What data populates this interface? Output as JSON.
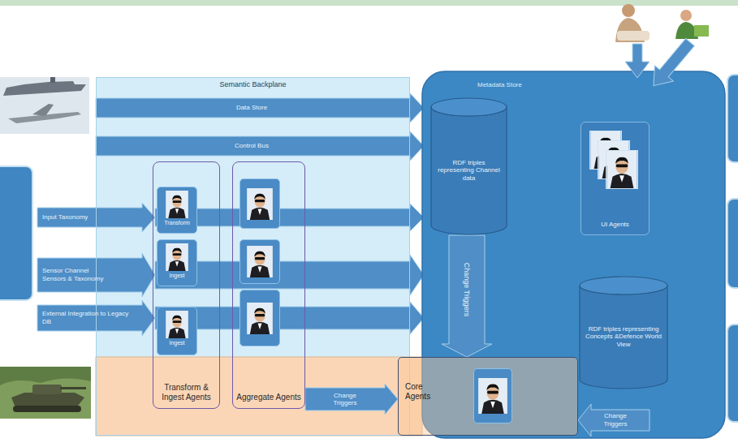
{
  "diagram": {
    "nodes": [
      {
        "text": [
          "Semantic Backplane"
        ]
      },
      {
        "text": [
          "Transform & Ingest Agents"
        ],
        "in": 0
      },
      {
        "text": [
          "Transform"
        ],
        "in": 1
      },
      {
        "text": [
          "Ingest"
        ],
        "in": 1
      },
      {
        "text": [
          "Ingest"
        ],
        "in": 1
      },
      {
        "text": [
          "Aggregate Agents"
        ],
        "in": 0
      },
      {
        "text": [
          "Metadata Store"
        ]
      },
      {
        "text": [
          "RDF triples representing Channel data"
        ],
        "in": 6
      },
      {
        "text": [
          "UI Agents"
        ],
        "in": 6
      },
      {
        "text": [
          "RDF triples representing Concepts &Defence World View"
        ],
        "in": 6
      },
      {
        "text": [
          "Core Agents"
        ]
      }
    ],
    "edges": [
      {
        "from": 5,
        "to": 10,
        "label": "Change Triggers",
        "arrow": "to"
      },
      {
        "from": 7,
        "to": 10,
        "label": "Change Triggers",
        "arrow": "to"
      }
    ],
    "labels": [
      "Data Store",
      "Control Bus",
      "Input Taxonomy",
      "Sensor Channel Sensors & Taxonomy",
      "External Integration to Legacy DB",
      "Change Triggers"
    ]
  }
}
